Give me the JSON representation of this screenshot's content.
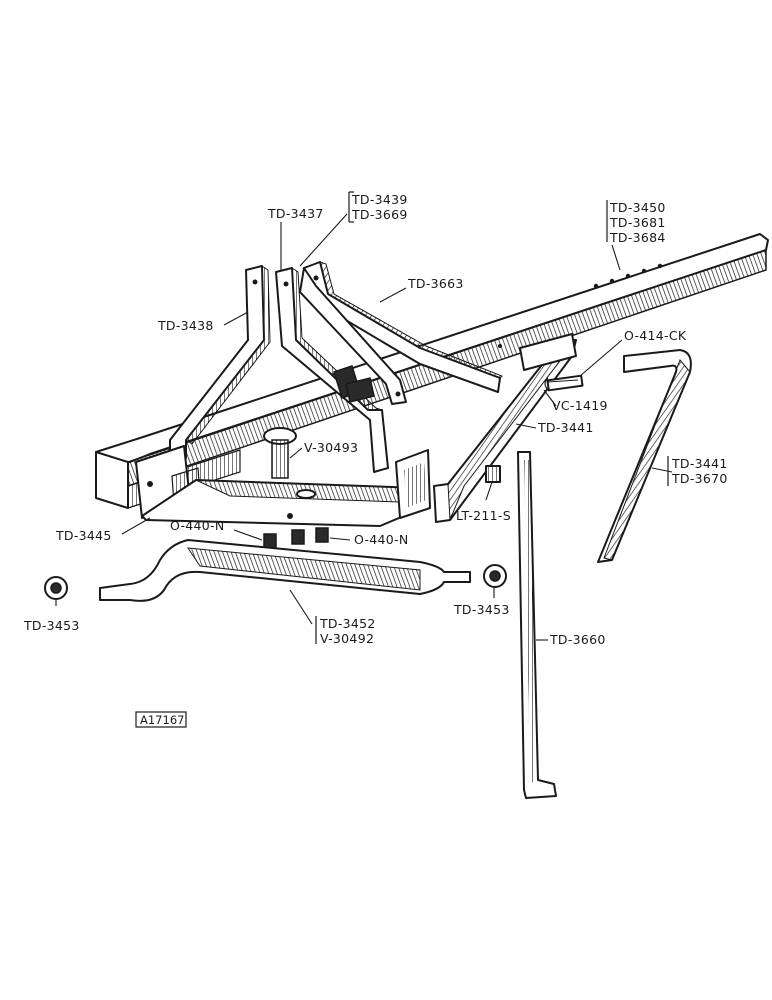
{
  "labels": {
    "td3437": "TD-3437",
    "td3439": "TD-3439",
    "td3669": "TD-3669",
    "td3450": "TD-3450",
    "td3681": "TD-3681",
    "td3684": "TD-3684",
    "td3663": "TD-3663",
    "td3438": "TD-3438",
    "o414ck": "O-414-CK",
    "vc1419": "VC-1419",
    "v30493": "V-30493",
    "td3441a": "TD-3441",
    "td3441b": "TD-3441",
    "td3670": "TD-3670",
    "td3445": "TD-3445",
    "lt211s": "LT-211-S",
    "o440n_left": "O-440-N",
    "o440n_right": "O-440-N",
    "td3453_left": "TD-3453",
    "td3453_right": "TD-3453",
    "td3452": "TD-3452",
    "v30492": "V-30492",
    "td3660": "TD-3660",
    "figure_id": "A17167"
  }
}
